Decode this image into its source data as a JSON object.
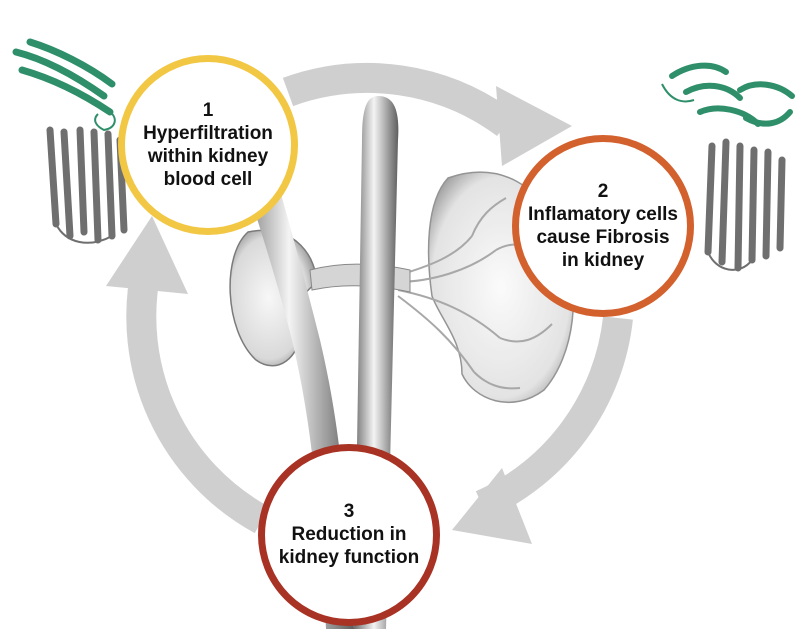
{
  "colors": {
    "cycle_arrow": "#cfcfcf",
    "protein_green": "#2e8f6a",
    "protein_gray": "#6f6f6f",
    "kidney_fill": "#e8e8e8",
    "vessel": "#9a9a9a"
  },
  "steps": [
    {
      "number": "1",
      "lines": [
        "Hyperfiltration",
        "within kidney",
        "blood cell"
      ],
      "color": "#f2c744"
    },
    {
      "number": "2",
      "lines": [
        "Inflamatory cells",
        "cause Fibrosis",
        "in kidney"
      ],
      "color": "#d3612e"
    },
    {
      "number": "3",
      "lines": [
        "Reduction in",
        "kidney function"
      ],
      "color": "#a83224"
    }
  ]
}
